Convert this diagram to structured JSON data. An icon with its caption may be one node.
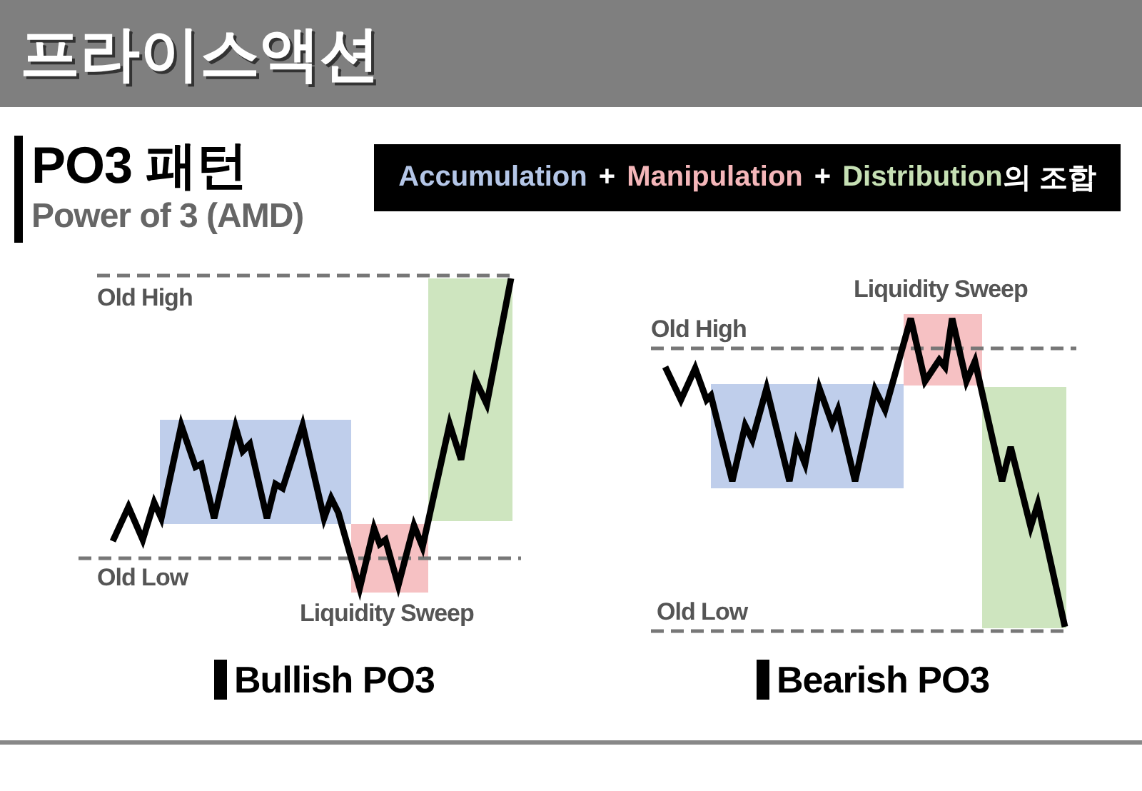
{
  "diagram": {
    "title": "프라이스액션",
    "labels": [
      "PO3 패턴",
      "Power of 3 (AMD)",
      "+",
      "+",
      "의 조합",
      "Old High",
      "Old Low",
      "Liquidity Sweep",
      "Bullish PO3",
      "Liquidity Sweep",
      "Old High",
      "Old Low",
      "Bearish PO3"
    ],
    "legend": [
      {
        "text": "Accumulation",
        "color": "#b4c6e7"
      },
      {
        "text": "Manipulation",
        "color": "#f4b6b9"
      },
      {
        "text": "Distribution",
        "color": "#c6e0b4"
      }
    ]
  }
}
